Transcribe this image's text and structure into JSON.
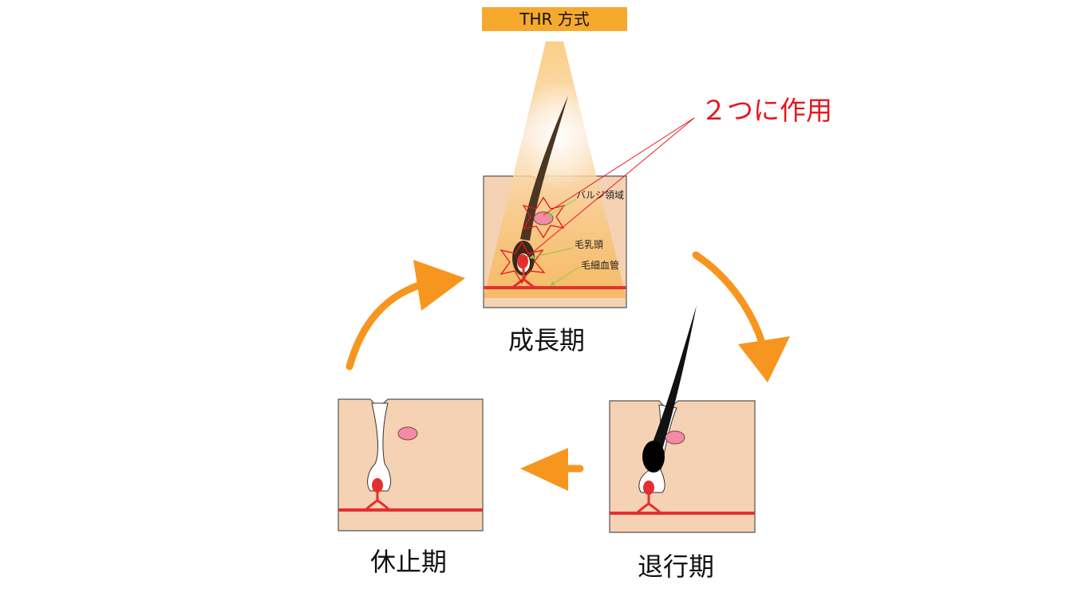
{
  "device_label": "THR 方式",
  "callout": "２つに作用",
  "stages": {
    "growth": "成長期",
    "regression": "退行期",
    "resting": "休止期"
  },
  "annotations": {
    "bulge": "バルジ領域",
    "papilla": "毛乳頭",
    "capillary": "毛細血管"
  },
  "colors": {
    "skin": "#f5d2b4",
    "arrow": "#f7961e",
    "blood": "#e52f2f",
    "bulge": "#f28aa8",
    "callout": "#e8151c",
    "device": "#f7a92d"
  }
}
